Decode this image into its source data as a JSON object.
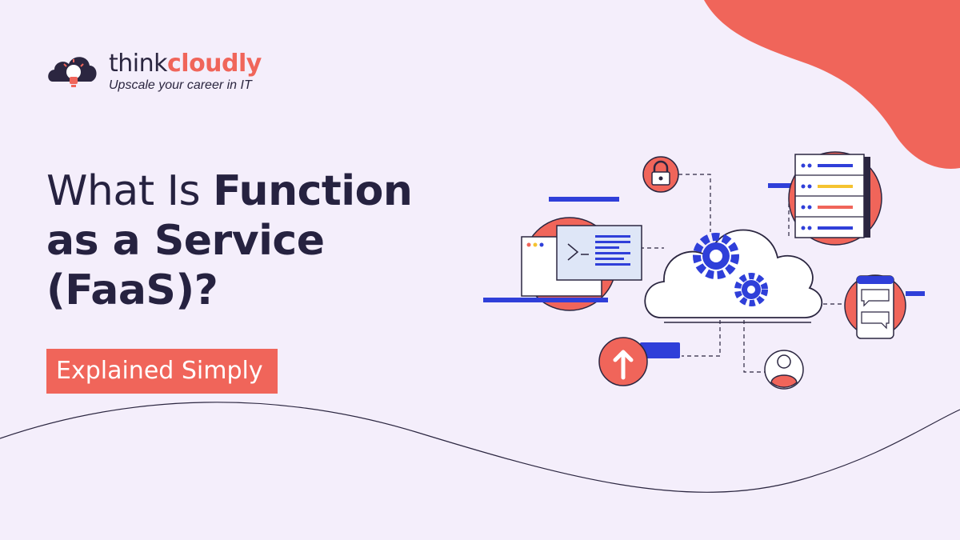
{
  "brand": {
    "name_part1": "think",
    "name_part2": "cloudly",
    "tagline": "Upscale your career in IT"
  },
  "headline": {
    "line1_light": "What Is ",
    "line1_bold": "Function",
    "line2": "as a Service",
    "line3": "(FaaS)?"
  },
  "badge": "Explained Simply",
  "colors": {
    "background": "#f4eefb",
    "accent": "#f0655a",
    "navy": "#262240",
    "blue": "#2f3fd9",
    "yellow": "#f5c330"
  },
  "illustration": {
    "icons": [
      "cloud-icon",
      "gear-icon",
      "lock-icon",
      "server-rack-icon",
      "laptop-terminal-icon",
      "mobile-chat-icon",
      "upload-arrow-icon",
      "user-icon"
    ]
  }
}
